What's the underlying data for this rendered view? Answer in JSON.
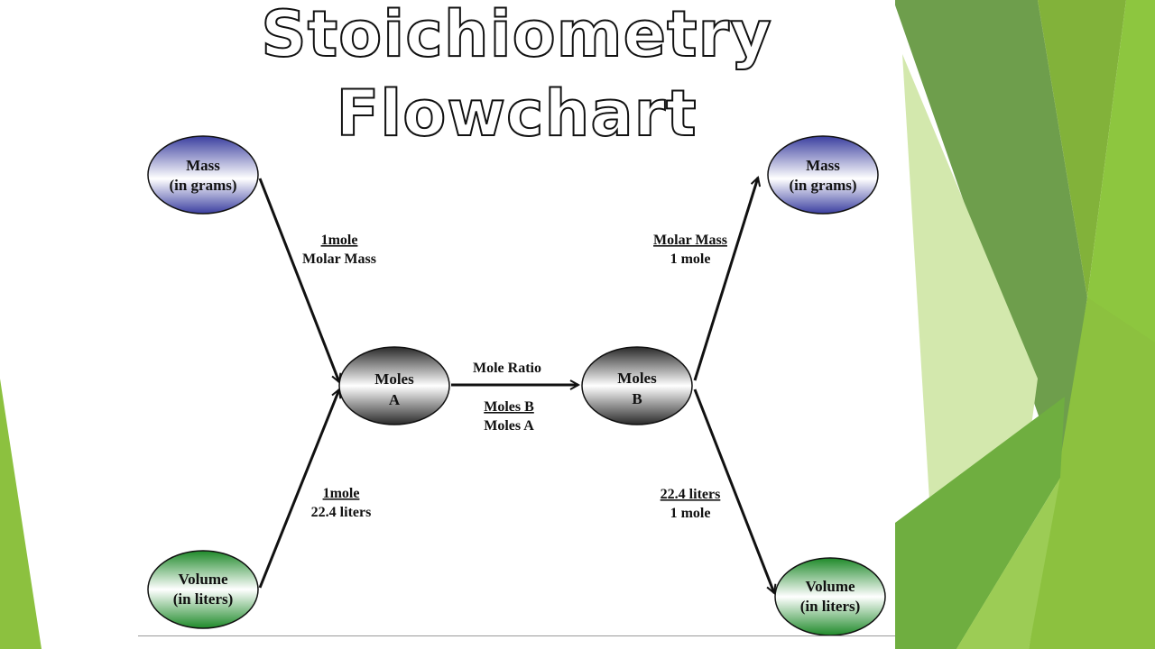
{
  "slide": {
    "title": "Stoichiometry Flowchart"
  },
  "nodes": {
    "mass_left": {
      "line1": "Mass",
      "line2": "(in grams)"
    },
    "volume_left": {
      "line1": "Volume",
      "line2": "(in liters)"
    },
    "moles_a": {
      "line1": "Moles",
      "line2": "A"
    },
    "moles_b": {
      "line1": "Moles",
      "line2": "B"
    },
    "mass_right": {
      "line1": "Mass",
      "line2": "(in grams)"
    },
    "volume_right": {
      "line1": "Volume",
      "line2": "(in liters)"
    }
  },
  "edges": {
    "mass_to_moles_a": {
      "numerator": "1mole",
      "denominator": "Molar Mass"
    },
    "volume_to_moles_a": {
      "numerator": "1mole",
      "denominator": "22.4 liters"
    },
    "mole_ratio": {
      "heading": "Mole Ratio",
      "numerator": "Moles B",
      "denominator": "Moles A"
    },
    "moles_b_to_mass": {
      "numerator": "Molar Mass",
      "denominator": "1 mole"
    },
    "moles_b_to_volume": {
      "numerator": "22.4 liters",
      "denominator": "1 mole"
    }
  },
  "colors": {
    "mass_node": "#3b3fa0",
    "volume_node": "#1f8a2a",
    "moles_node": "#2a2a2a",
    "accent_green_dark": "#6e9e4c",
    "accent_green": "#8cc13f",
    "accent_green_light": "#cfe5a8"
  }
}
